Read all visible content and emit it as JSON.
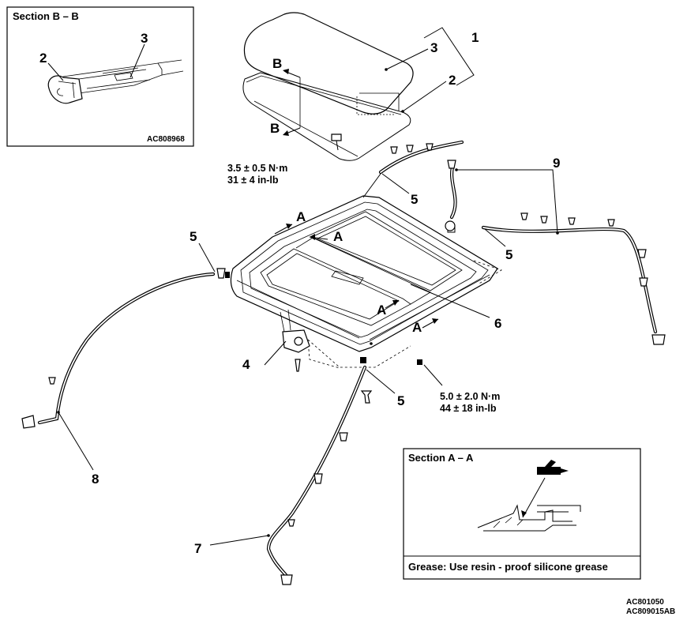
{
  "section_b": {
    "title": "Section B – B",
    "callout_2": "2",
    "callout_3": "3",
    "code": "AC808968"
  },
  "section_a": {
    "title": "Section A – A",
    "note": "Grease: Use resin - proof silicone grease"
  },
  "callouts": {
    "c1": "1",
    "c2": "2",
    "c3": "3",
    "c4": "4",
    "c5a": "5",
    "c5b": "5",
    "c5c": "5",
    "c5d": "5",
    "c6": "6",
    "c7": "7",
    "c8": "8",
    "c9": "9"
  },
  "section_markers": {
    "b_upper": "B",
    "b_lower": "B",
    "a1": "A",
    "a2": "A",
    "a3": "A",
    "a4": "A"
  },
  "torque_upper": {
    "nm": "3.5 ± 0.5 N·m",
    "inlb": "31 ± 4 in-lb"
  },
  "torque_lower": {
    "nm": "5.0 ± 2.0 N·m",
    "inlb": "44 ± 18 in-lb"
  },
  "figure_codes": {
    "line1": "AC801050",
    "line2": "AC809015AB"
  }
}
